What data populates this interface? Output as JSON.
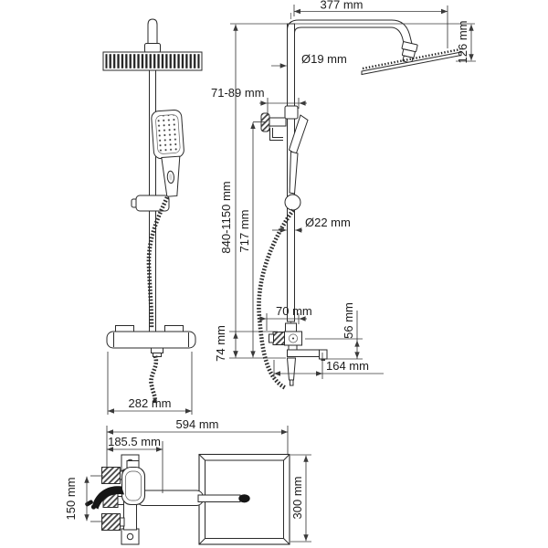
{
  "drawing": {
    "front": {
      "width": "282 mm"
    },
    "side": {
      "arm_length": "377 mm",
      "arm_diameter": "Ø19 mm",
      "head_drop": "126 mm",
      "wall_offset": "71-89 mm",
      "total_height": "840-1150 mm",
      "upper_height": "717 mm",
      "pole_diameter": "Ø22 mm",
      "body_width": "70 mm",
      "spout_drop": "56 mm",
      "base_height": "74 mm",
      "spout_reach": "164 mm"
    },
    "top": {
      "total_depth": "594 mm",
      "spout_offset": "185.5 mm",
      "inlet_spacing": "150 mm",
      "head_size": "300 mm"
    }
  }
}
